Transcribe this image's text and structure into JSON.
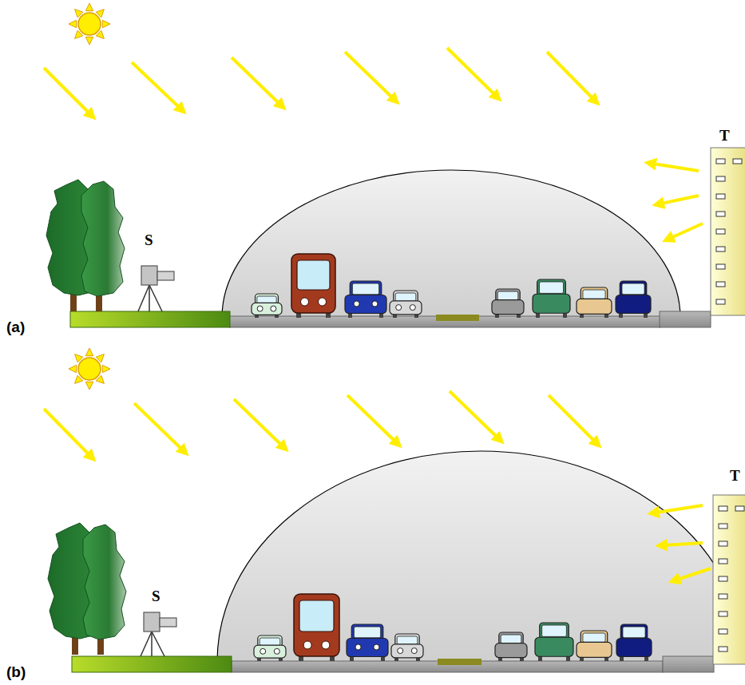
{
  "diagram": {
    "labels": [
      "T",
      "S",
      "(a)",
      "T",
      "S",
      "(b)"
    ]
  }
}
